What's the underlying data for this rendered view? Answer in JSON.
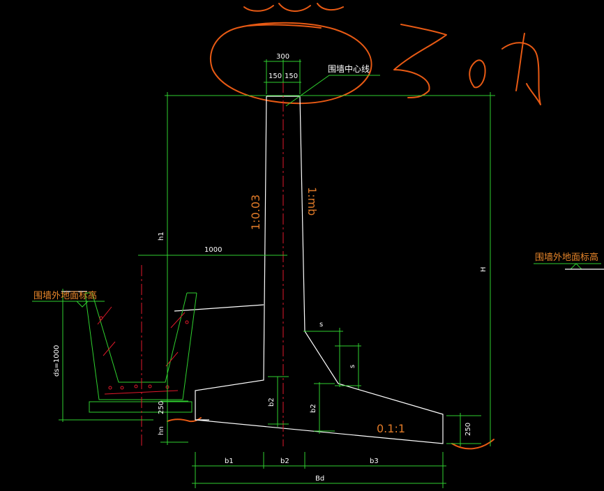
{
  "dimensions": {
    "top_width": "300",
    "top_half_left": "150",
    "top_half_right": "150",
    "ditch_offset": "1000",
    "h1": "h1",
    "H": "H",
    "ds": "ds=1000",
    "bed_250": "250",
    "heel_250": "250",
    "hn": "hn",
    "b2_left": "b2",
    "b2_right": "b2",
    "s_horizontal": "s",
    "s_vertical": "s",
    "b1_bottom": "b1",
    "b2_bottom": "b2",
    "b3_bottom": "b3",
    "Bd": "Bd"
  },
  "labels": {
    "wall_centerline": "围墙中心线",
    "outside_ground_left": "围墙外地面标高",
    "outside_ground_right": "围墙外地面标高"
  },
  "slopes": {
    "left_face": "1:0.03",
    "right_face": "1:mb",
    "base": "0.1:1"
  },
  "colors": {
    "background": "#000000",
    "structure": "#ffffff",
    "dimension": "#2fd12f",
    "centerline": "#e0192b",
    "markup": "#e85a14"
  }
}
